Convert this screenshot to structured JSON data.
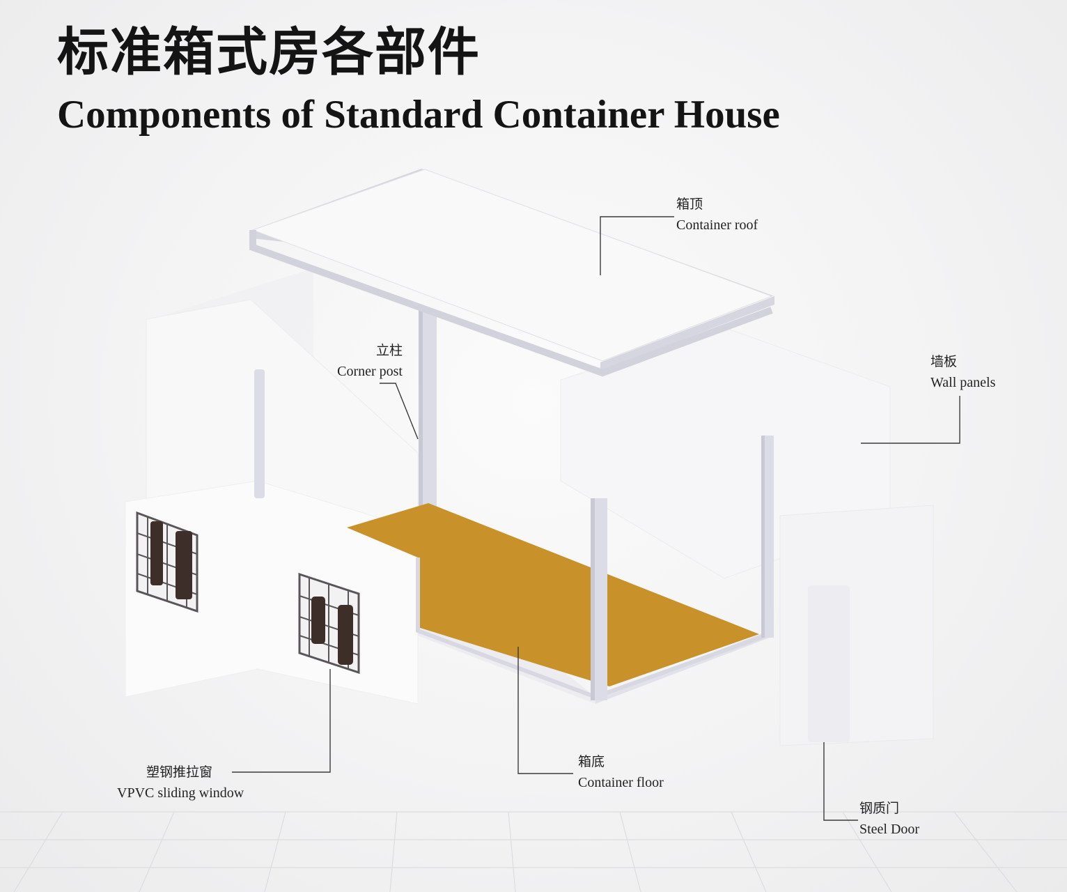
{
  "title": {
    "zh": "标准箱式房各部件",
    "en": "Components of Standard Container House"
  },
  "components": {
    "roof": {
      "zh": "箱顶",
      "en": "Container roof"
    },
    "post": {
      "zh": "立柱",
      "en": "Corner post"
    },
    "walls": {
      "zh": "墙板",
      "en": "Wall panels"
    },
    "window": {
      "zh": "塑钢推拉窗",
      "en": "VPVC sliding window"
    },
    "floor": {
      "zh": "箱底",
      "en": "Container floor"
    },
    "door": {
      "zh": "钢质门",
      "en": "Steel Door"
    }
  },
  "colors": {
    "floor": "#c8912a",
    "frame": "#d9d9e4",
    "panel": "#fafafa",
    "window_frame": "#5a5558",
    "window_glass": "#3d2e2a",
    "leader": "#3a3a3a"
  }
}
